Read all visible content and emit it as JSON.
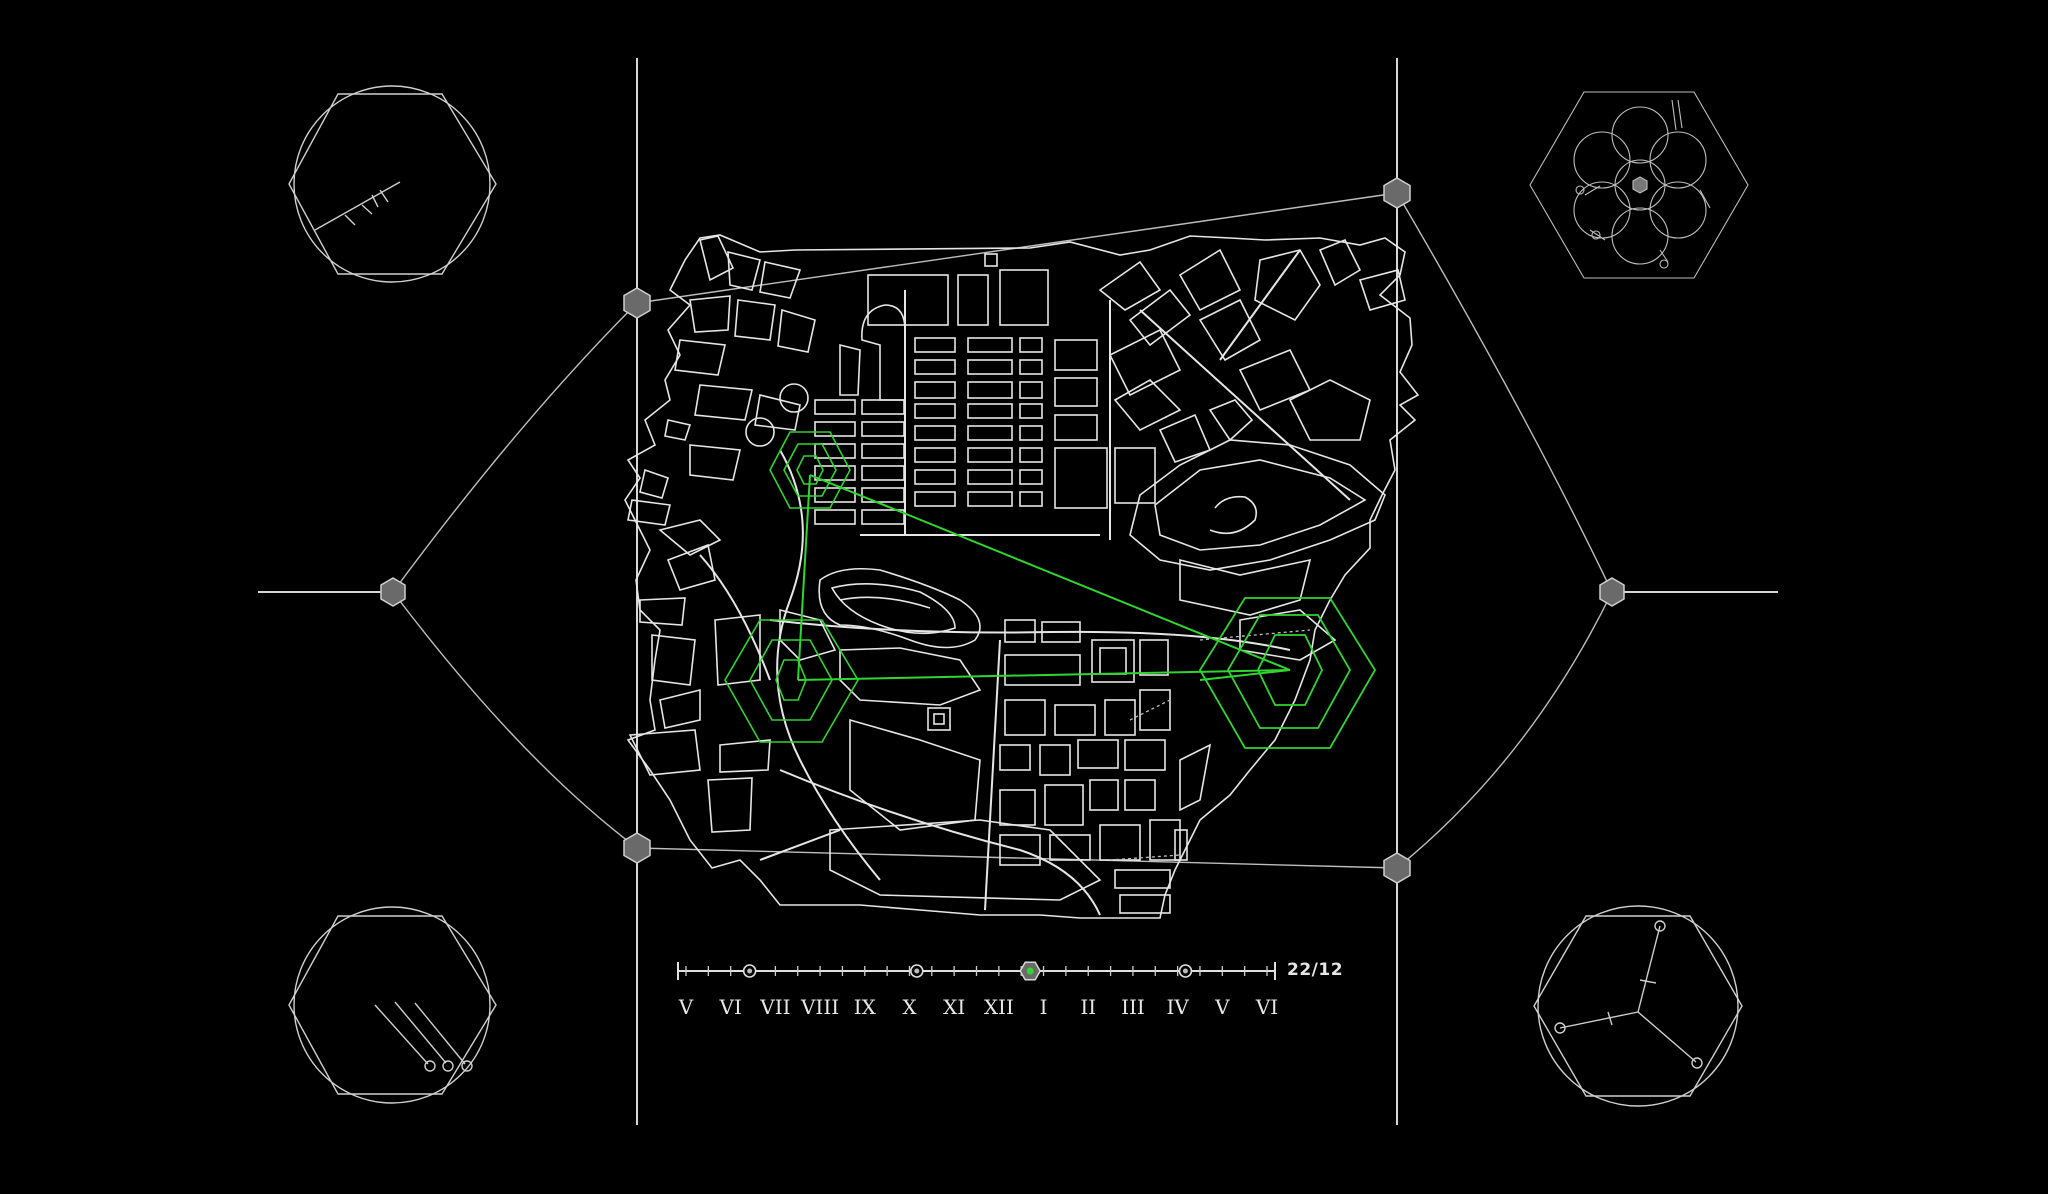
{
  "timeline": {
    "date": "22/12",
    "numerals": [
      "V",
      "VI",
      "VII",
      "VIII",
      "IX",
      "X",
      "XI",
      "XII",
      "I",
      "II",
      "III",
      "IV",
      "V",
      "VI"
    ],
    "marker_positions": [
      0.12,
      0.4,
      0.59,
      0.85
    ],
    "active_marker_position": 0.59
  },
  "icons": {
    "top_left": "compass-needle-icon",
    "top_right": "honeycomb-cluster-icon",
    "bottom_left": "triple-line-icon",
    "bottom_right": "three-way-junction-icon"
  },
  "colors": {
    "background": "#000000",
    "line": "#d9d9d9",
    "accent": "#2fd62f",
    "node_fill": "#6a6a6a"
  }
}
